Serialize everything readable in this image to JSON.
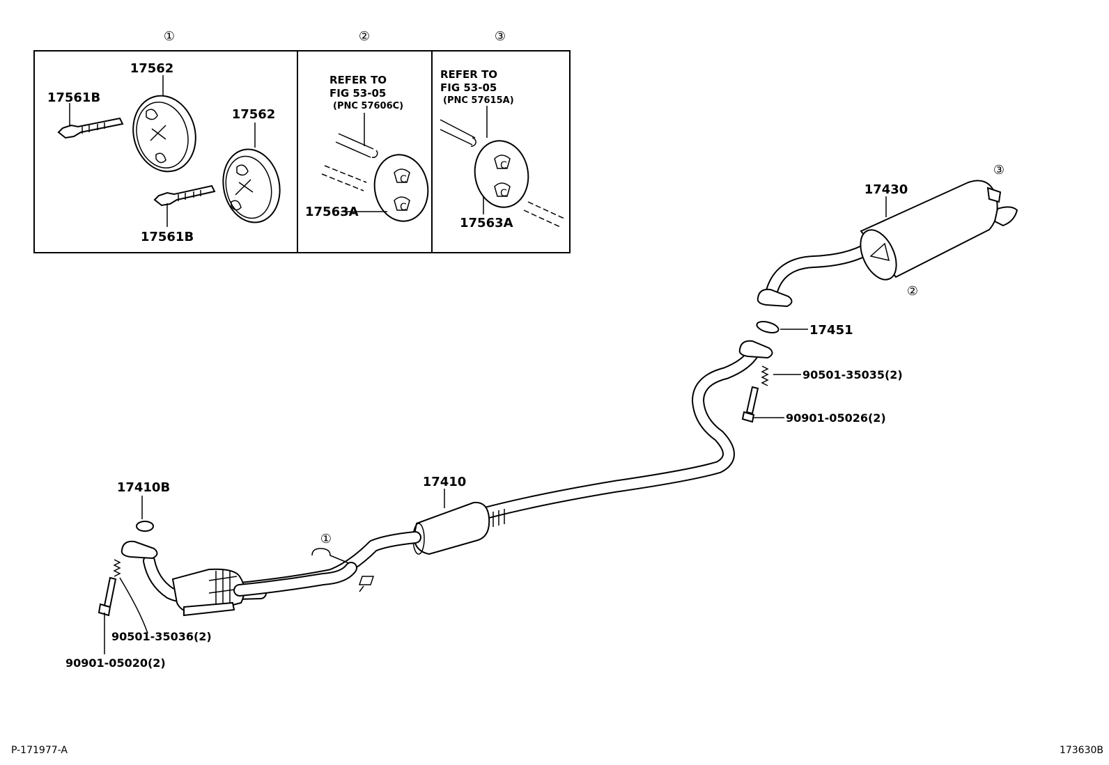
{
  "insets": {
    "inset_1": {
      "marker": "①",
      "labels": {
        "rubber_top": "17562",
        "bolt_top": "17561B",
        "rubber_right": "17562",
        "bolt_bottom": "17561B"
      }
    },
    "inset_2": {
      "marker": "②",
      "refer_line1": "REFER TO",
      "refer_line2": "FIG 53-05",
      "refer_line3": "(PNC 57606C)",
      "label": "17563A"
    },
    "inset_3": {
      "marker": "③",
      "refer_line1": "REFER TO",
      "refer_line2": "FIG 53-05",
      "refer_line3": "(PNC 57615A)",
      "label": "17563A"
    }
  },
  "main": {
    "muffler_label": "17430",
    "muffler_marker_top": "③",
    "muffler_marker_bottom": "②",
    "gasket_rear_label": "17451",
    "spring_rear_label": "90501-35035(2)",
    "bolt_rear_label": "90901-05026(2)",
    "center_pipe_label": "17410",
    "gasket_front_label": "17410B",
    "hanger_marker": "①",
    "spring_front_label": "90501-35036(2)",
    "bolt_front_label": "90901-05020(2)"
  },
  "footer": {
    "left_code": "P-171977-A",
    "right_code": "173630B"
  }
}
